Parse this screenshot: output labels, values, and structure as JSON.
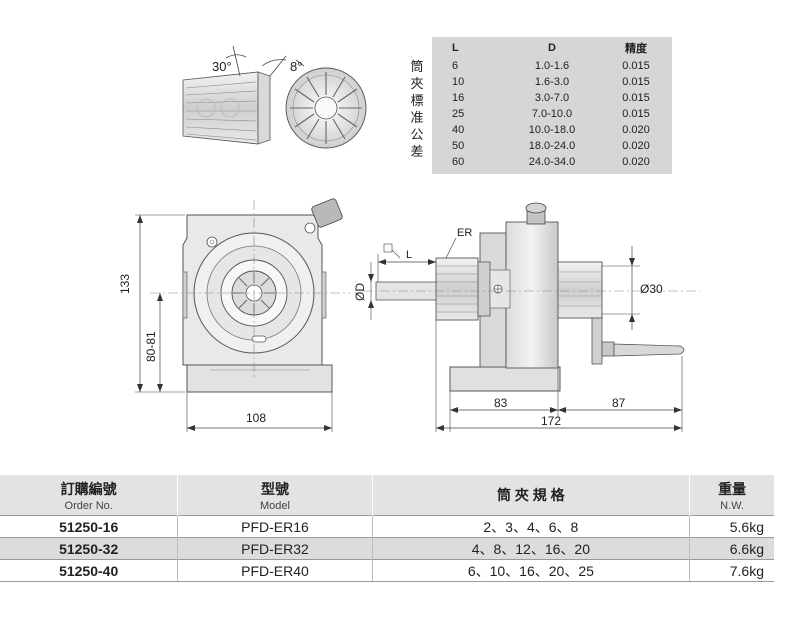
{
  "collet": {
    "angle_30": "30°",
    "angle_8": "8°"
  },
  "tolerance_label_chars": [
    "筒",
    "夾",
    "標",
    "准",
    "公",
    "差"
  ],
  "tolerance_table": {
    "headers": [
      "L",
      "D",
      "精度"
    ],
    "rows": [
      [
        "6",
        "1.0-1.6",
        "0.015"
      ],
      [
        "10",
        "1.6-3.0",
        "0.015"
      ],
      [
        "16",
        "3.0-7.0",
        "0.015"
      ],
      [
        "25",
        "7.0-10.0",
        "0.015"
      ],
      [
        "40",
        "10.0-18.0",
        "0.020"
      ],
      [
        "50",
        "18.0-24.0",
        "0.020"
      ],
      [
        "60",
        "24.0-34.0",
        "0.020"
      ]
    ]
  },
  "front_view": {
    "dim_height_total": "133",
    "dim_height_center": "80-81",
    "dim_width": "108"
  },
  "side_view": {
    "label_er": "ER",
    "label_l": "L",
    "label_d": "ØD",
    "label_dia30": "Ø30",
    "dim_83": "83",
    "dim_87": "87",
    "dim_172": "172"
  },
  "order_table": {
    "headers": [
      {
        "zh": "訂購編號",
        "en": "Order No."
      },
      {
        "zh": "型號",
        "en": "Model"
      },
      {
        "zh": "筒 夾 規 格",
        "en": ""
      },
      {
        "zh": "重量",
        "en": "N.W."
      }
    ],
    "rows": [
      {
        "order": "51250-16",
        "model": "PFD-ER16",
        "spec": "2、3、4、6、8",
        "nw": "5.6kg"
      },
      {
        "order": "51250-32",
        "model": "PFD-ER32",
        "spec": "4、8、12、16、20",
        "nw": "6.6kg"
      },
      {
        "order": "51250-40",
        "model": "PFD-ER40",
        "spec": "6、10、16、20、25",
        "nw": "7.6kg"
      }
    ]
  }
}
